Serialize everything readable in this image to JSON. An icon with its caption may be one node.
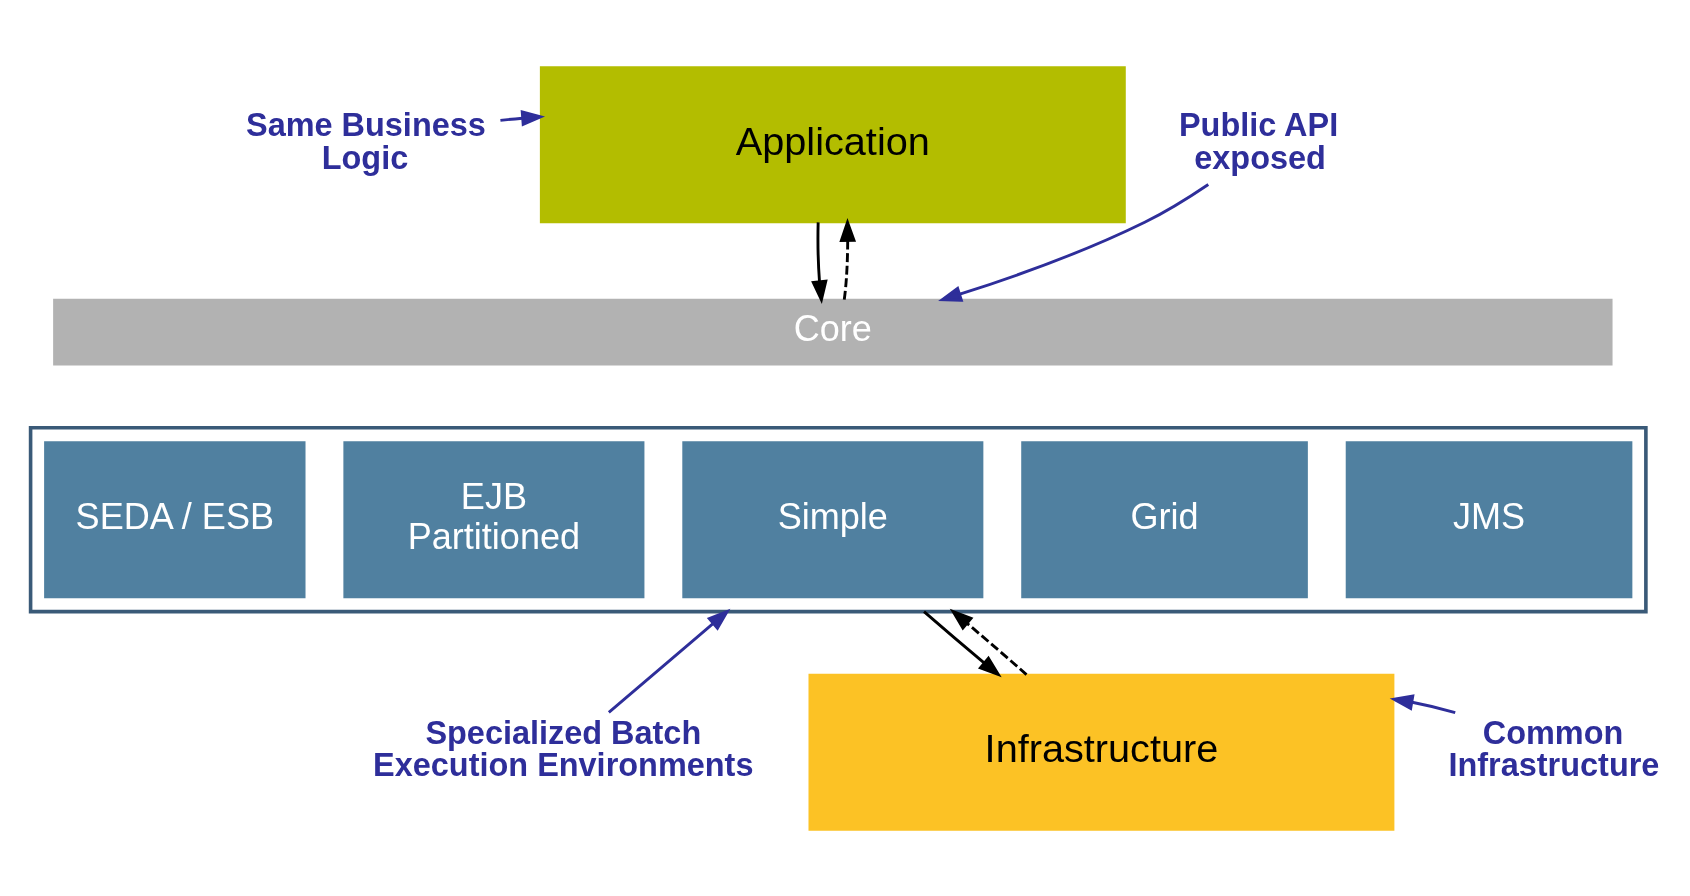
{
  "diagram": {
    "nodes": [
      {
        "text": [
          "Same Business Logic"
        ]
      },
      {
        "text": [
          "Application"
        ]
      },
      {
        "text": [
          "Public API exposed"
        ]
      },
      {
        "text": [
          "Core"
        ]
      },
      {
        "text": [],
        "shape": "box"
      },
      {
        "text": [
          "SEDA / ESB"
        ],
        "in": 4
      },
      {
        "text": [
          "EJB Partitioned"
        ],
        "in": 4
      },
      {
        "text": [
          "Simple"
        ],
        "in": 4
      },
      {
        "text": [
          "Grid"
        ],
        "in": 4
      },
      {
        "text": [
          "JMS"
        ],
        "in": 4
      },
      {
        "text": [
          "Specialized Batch Execution Environments"
        ]
      },
      {
        "text": [
          "Infrastructure"
        ]
      },
      {
        "text": [
          "Common Infrastructure"
        ]
      }
    ],
    "edges": [
      {
        "from": 0,
        "to": 1,
        "arrow": "to"
      },
      {
        "from": 2,
        "to": 3,
        "arrow": "to"
      },
      {
        "from": 1,
        "to": 3,
        "arrow": "to",
        "color": "#000000"
      },
      {
        "from": 3,
        "to": 1,
        "arrow": "to",
        "style": "dashed",
        "color": "#000000"
      },
      {
        "from": 10,
        "to": 4,
        "arrow": "to"
      },
      {
        "from": 4,
        "to": 11,
        "arrow": "to",
        "color": "#000000"
      },
      {
        "from": 11,
        "to": 4,
        "arrow": "to",
        "style": "dashed",
        "color": "#000000"
      },
      {
        "from": 12,
        "to": 11,
        "arrow": "to"
      }
    ]
  }
}
